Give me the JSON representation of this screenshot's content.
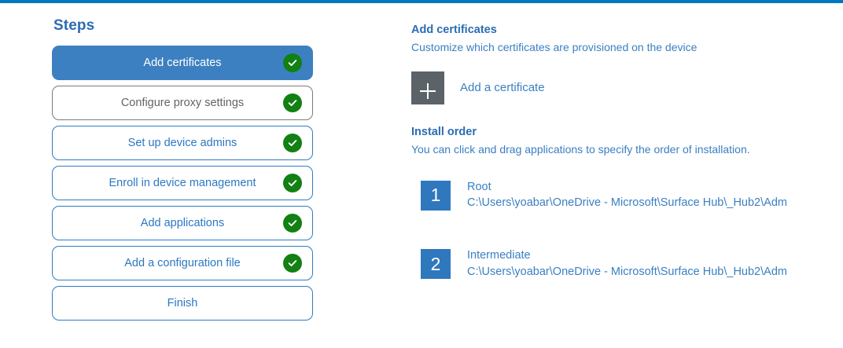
{
  "theme": {
    "accent_bar": "#0078bf",
    "link_blue": "#3a7fc2",
    "heading_blue": "#2b6cb4",
    "active_step_blue": "#3d80c1",
    "check_green": "#128012",
    "tile_gray": "#5b6368",
    "badge_blue": "#2f78be"
  },
  "steps": {
    "title": "Steps",
    "items": [
      {
        "label": "Add certificates",
        "state": "active",
        "completed": true,
        "icon": "check-circle-icon"
      },
      {
        "label": "Configure proxy settings",
        "state": "muted",
        "completed": true,
        "icon": "check-circle-icon"
      },
      {
        "label": "Set up device admins",
        "state": "normal",
        "completed": true,
        "icon": "check-circle-icon"
      },
      {
        "label": "Enroll in device management",
        "state": "normal",
        "completed": true,
        "icon": "check-circle-icon"
      },
      {
        "label": "Add applications",
        "state": "normal",
        "completed": true,
        "icon": "check-circle-icon"
      },
      {
        "label": "Add a configuration file",
        "state": "normal",
        "completed": true,
        "icon": "check-circle-icon"
      },
      {
        "label": "Finish",
        "state": "normal",
        "completed": false,
        "icon": ""
      }
    ]
  },
  "detail": {
    "title": "Add certificates",
    "subtitle": "Customize which certificates are provisioned on the device",
    "add_certificate": {
      "icon": "plus-icon",
      "label": "Add a certificate"
    },
    "install_order": {
      "title": "Install order",
      "subtitle": "You can click and drag applications to specify the order of installation.",
      "items": [
        {
          "number": "1",
          "name": "Root",
          "path": "C:\\Users\\yoabar\\OneDrive - Microsoft\\Surface Hub\\_Hub2\\Adm"
        },
        {
          "number": "2",
          "name": "Intermediate",
          "path": "C:\\Users\\yoabar\\OneDrive - Microsoft\\Surface Hub\\_Hub2\\Adm"
        }
      ]
    }
  }
}
